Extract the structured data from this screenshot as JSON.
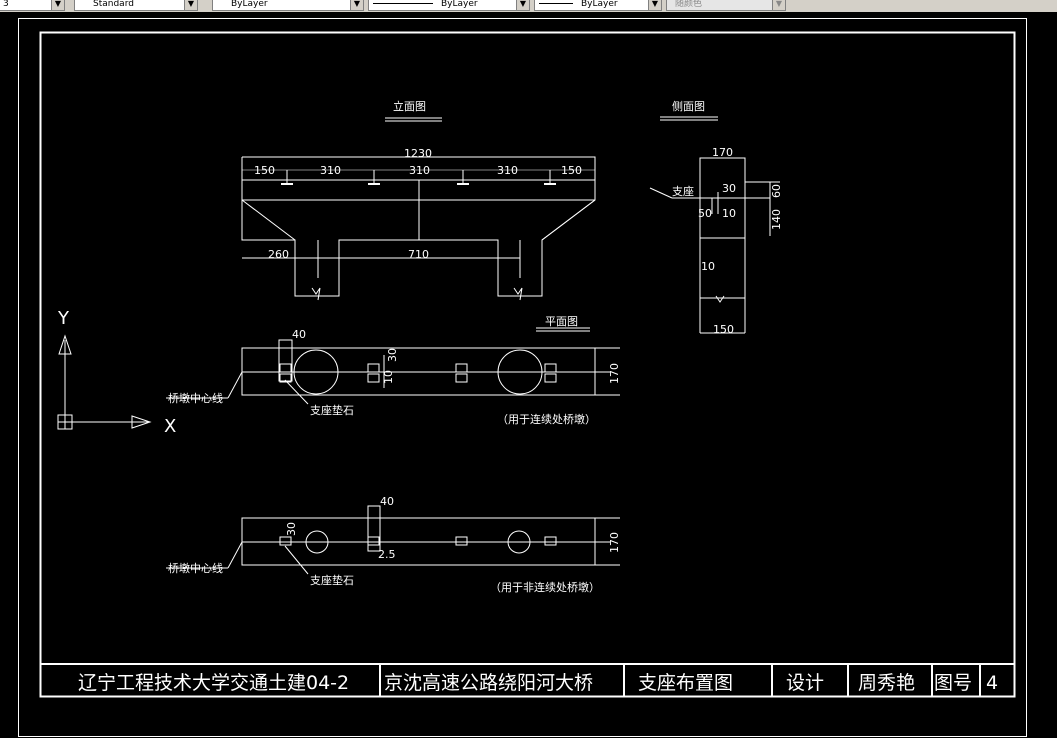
{
  "toolbar": {
    "combo0": "3",
    "textstyle": "Standard",
    "layer": "ByLayer",
    "linetype": "ByLayer",
    "lineweight": "ByLayer",
    "color": "随颜色"
  },
  "drawing": {
    "elev_title": "立面图",
    "side_title": "侧面图",
    "plan_title": "平面图",
    "dim_1230": "1230",
    "dim_150a": "150",
    "dim_310a": "310",
    "dim_310b": "310",
    "dim_310c": "310",
    "dim_150b": "150",
    "dim_260": "260",
    "dim_710": "710",
    "side_170": "170",
    "side_30": "30",
    "side_60": "60",
    "side_50": "50",
    "side_10a": "10",
    "side_140": "140",
    "side_10b": "10",
    "side_150": "150",
    "support_label": "支座",
    "plan1_40": "40",
    "plan1_10": "10",
    "plan1_30": "30",
    "plan1_170": "170",
    "pier_center1": "桥墩中心线",
    "pad1": "支座垫石",
    "note1": "（用于连续处桥墩）",
    "plan2_40": "40",
    "plan2_30": "30",
    "plan2_25": "2.5",
    "plan2_170": "170",
    "pier_center2": "桥墩中心线",
    "pad2": "支座垫石",
    "note2": "（用于非连续处桥墩）",
    "ucs_y": "Y",
    "ucs_x": "X"
  },
  "title_block": {
    "school": "辽宁工程技术大学交通土建04-2",
    "project": "京沈高速公路绕阳河大桥",
    "drawing_name": "支座布置图",
    "design_label": "设计",
    "designer": "周秀艳",
    "sheet_label": "图号",
    "sheet_no": "4"
  }
}
